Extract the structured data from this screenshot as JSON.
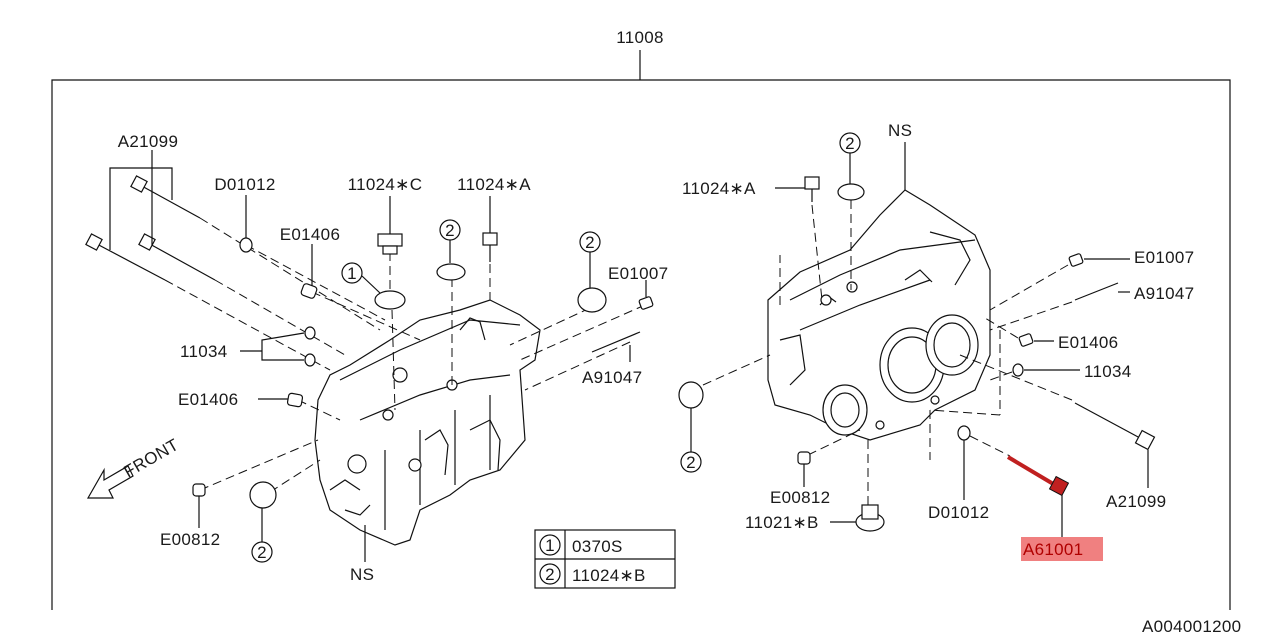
{
  "assembly_number": "11008",
  "figure_code": "A004001200",
  "left_view": {
    "labels": {
      "a21099": "A21099",
      "d01012": "D01012",
      "c11024": "11024∗C",
      "a11024": "11024∗A",
      "e01406_top": "E01406",
      "e01007": "E01007",
      "a91047": "A91047",
      "b11034": "11034",
      "e01406_mid": "E01406",
      "e00812": "E00812",
      "ns": "NS",
      "front": "FRONT"
    },
    "callouts": {
      "c1": "1",
      "c2a": "2",
      "c2b": "2",
      "c2c": "2"
    }
  },
  "right_view": {
    "labels": {
      "ns": "NS",
      "a11024": "11024∗A",
      "e01007": "E01007",
      "a91047": "A91047",
      "e01406": "E01406",
      "b11034": "11034",
      "a21099": "A21099",
      "e00812": "E00812",
      "b11021": "11021∗B",
      "d01012": "D01012",
      "a61001": "A61001"
    },
    "callouts": {
      "c2a": "2",
      "c2b": "2"
    }
  },
  "legend": [
    {
      "num": "1",
      "part": "0370S"
    },
    {
      "num": "2",
      "part": "11024∗B"
    }
  ],
  "highlight_color": "#f08080"
}
